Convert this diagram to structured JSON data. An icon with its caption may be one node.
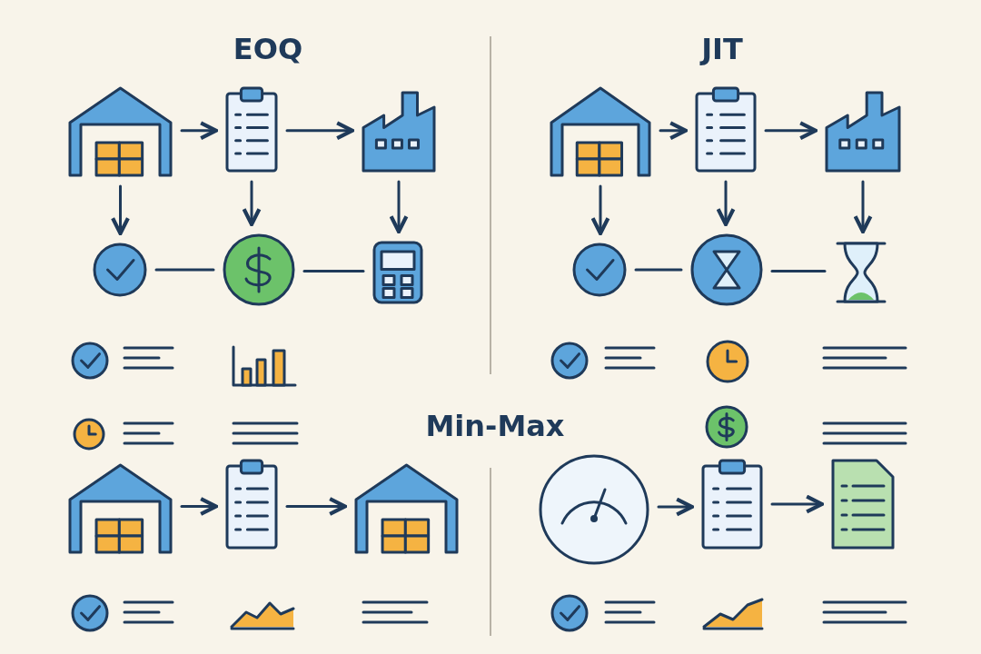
{
  "diagram": {
    "nodes": [
      {
        "text": [],
        "shape": "picture"
      },
      {
        "text": [],
        "shape": "picture"
      },
      {
        "text": [],
        "shape": "picture"
      },
      {
        "text": [],
        "shape": "circle"
      },
      {
        "text": [],
        "shape": "circle"
      },
      {
        "text": [],
        "shape": "picture"
      },
      {
        "text": [],
        "shape": "picture"
      },
      {
        "text": [],
        "shape": "picture"
      },
      {
        "text": [],
        "shape": "picture"
      },
      {
        "text": [],
        "shape": "circle"
      },
      {
        "text": [],
        "shape": "circle"
      },
      {
        "text": [],
        "shape": "picture"
      },
      {
        "text": [],
        "shape": "picture"
      },
      {
        "text": [],
        "shape": "picture"
      },
      {
        "text": [],
        "shape": "picture"
      },
      {
        "text": [],
        "shape": "picture"
      },
      {
        "text": [],
        "shape": "picture"
      },
      {
        "text": [],
        "shape": "picture"
      }
    ],
    "edges": [
      {
        "from": 0,
        "to": 1,
        "arrow": "to"
      },
      {
        "from": 1,
        "to": 2,
        "arrow": "to"
      },
      {
        "from": 0,
        "to": 3,
        "arrow": "to"
      },
      {
        "from": 1,
        "to": 4,
        "arrow": "to"
      },
      {
        "from": 2,
        "to": 5,
        "arrow": "to"
      },
      {
        "from": 3,
        "to": 4,
        "arrow": "none"
      },
      {
        "from": 4,
        "to": 5,
        "arrow": "none"
      },
      {
        "from": 6,
        "to": 7,
        "arrow": "to"
      },
      {
        "from": 7,
        "to": 8,
        "arrow": "to"
      },
      {
        "from": 6,
        "to": 9,
        "arrow": "to"
      },
      {
        "from": 7,
        "to": 10,
        "arrow": "to"
      },
      {
        "from": 8,
        "to": 11,
        "arrow": "to"
      },
      {
        "from": 9,
        "to": 10,
        "arrow": "none"
      },
      {
        "from": 10,
        "to": 11,
        "arrow": "none"
      },
      {
        "from": 12,
        "to": 13,
        "arrow": "to"
      },
      {
        "from": 13,
        "to": 14,
        "arrow": "to"
      },
      {
        "from": 15,
        "to": 16,
        "arrow": "to"
      },
      {
        "from": 16,
        "to": 17,
        "arrow": "to"
      }
    ],
    "labels": [
      "EOQ",
      "JIT",
      "Min-Max"
    ]
  }
}
